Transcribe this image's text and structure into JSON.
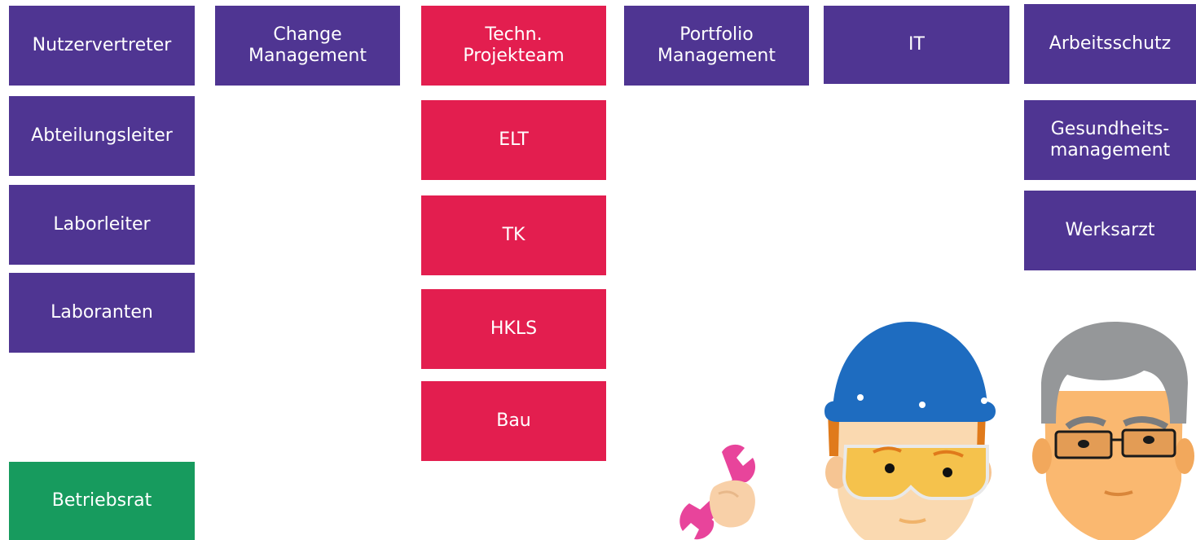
{
  "colors": {
    "purple": "#4f3592",
    "red": "#e31e4f",
    "green": "#179b5e",
    "text": "#ffffff"
  },
  "boxes": {
    "nutzervertreter": "Nutzervertreter",
    "abteilungsleiter": "Abteilungsleiter",
    "laborleiter": "Laborleiter",
    "laboranten": "Laboranten",
    "betriebsrat": "Betriebsrat",
    "change_management": "Change\nManagement",
    "techn_projekteam": "Techn.\nProjekteam",
    "elt": "ELT",
    "tk": "TK",
    "hkls": "HKLS",
    "bau": "Bau",
    "portfolio_management": "Portfolio\nManagement",
    "it": "IT",
    "arbeitsschutz": "Arbeitsschutz",
    "gesundheitsmanagement": "Gesundheits-\nmanagement",
    "werksarzt": "Werksarzt"
  },
  "illustration": {
    "icons": [
      "wrench-icon",
      "worker-with-helmet-icon",
      "doctor-with-glasses-icon"
    ]
  }
}
